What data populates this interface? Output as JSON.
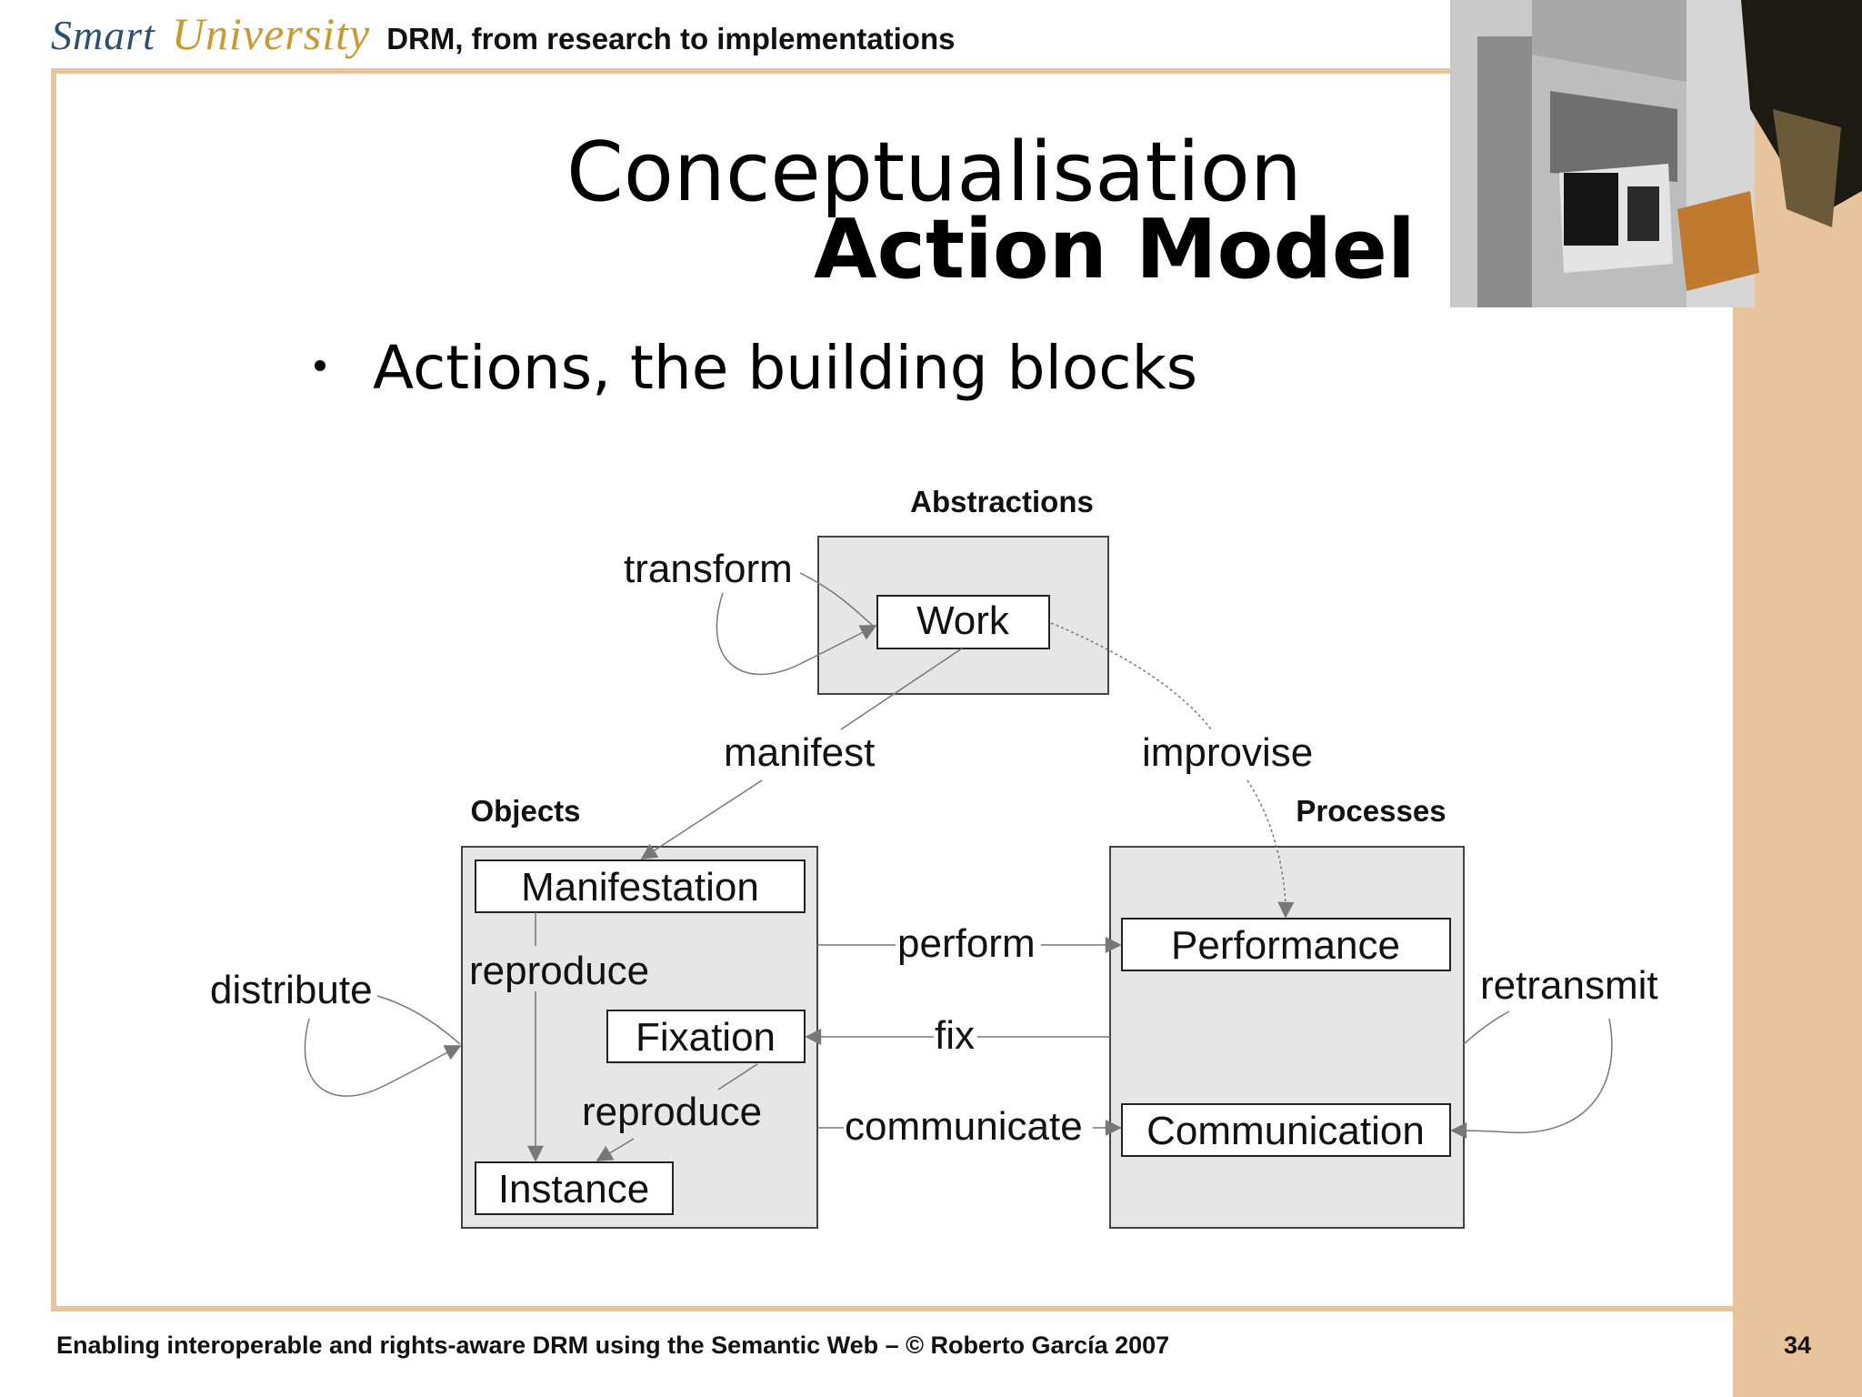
{
  "header": {
    "brand_smart": "Smart",
    "brand_university": "University",
    "subtitle": "DRM, from research to implementations"
  },
  "slide": {
    "title_line1": "Conceptualisation",
    "title_line2": "Action Model",
    "bullet": "Actions, the building blocks"
  },
  "diagram": {
    "groups": {
      "abstractions": "Abstractions",
      "objects": "Objects",
      "processes": "Processes"
    },
    "nodes": {
      "work": "Work",
      "manifestation": "Manifestation",
      "fixation": "Fixation",
      "instance": "Instance",
      "performance": "Performance",
      "communication": "Communication"
    },
    "actions": {
      "transform": "transform",
      "manifest": "manifest",
      "improvise": "improvise",
      "distribute": "distribute",
      "reproduce_1": "reproduce",
      "reproduce_2": "reproduce",
      "perform": "perform",
      "fix": "fix",
      "communicate": "communicate",
      "retransmit": "retransmit"
    }
  },
  "footer": {
    "text": "Enabling interoperable and rights-aware DRM using the Semantic Web – © Roberto García 2007",
    "page_number": "34"
  },
  "colors": {
    "frame": "#e8c49e",
    "box_fill": "#e6e6e6",
    "brand_blue": "#2c4f73",
    "brand_gold": "#c99a2e"
  }
}
